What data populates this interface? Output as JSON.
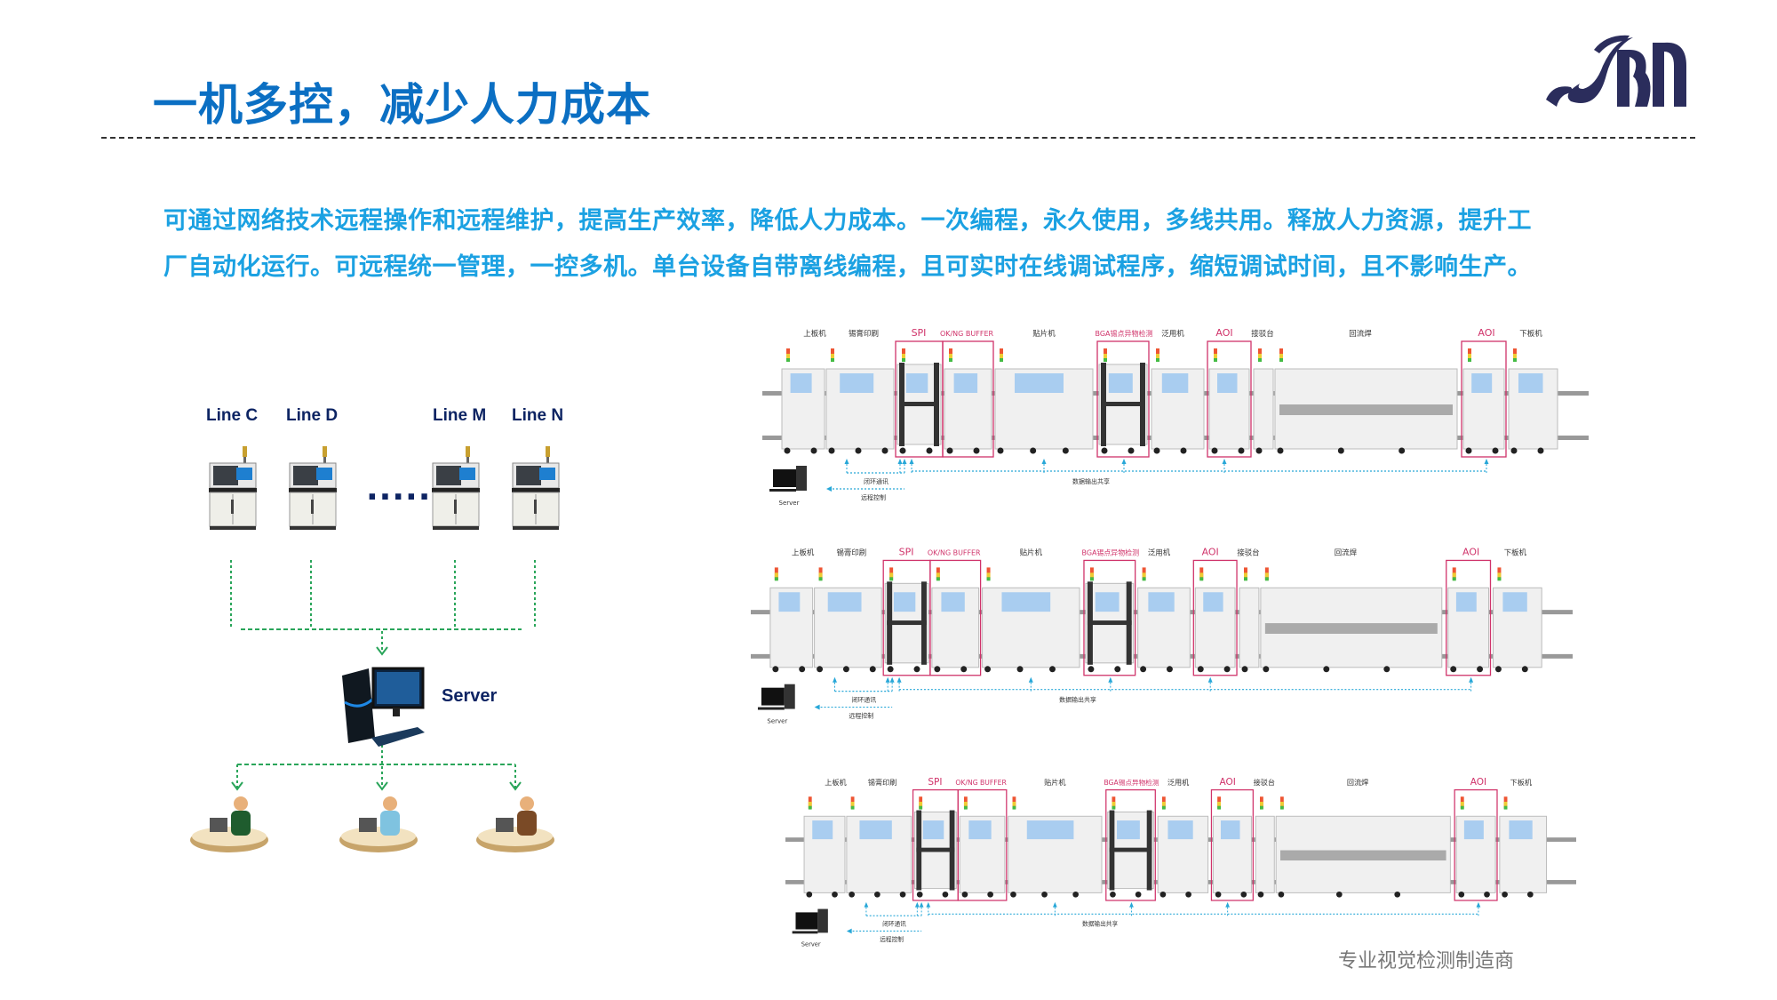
{
  "header": {
    "title": "一机多控，减少人力成本",
    "logo_text": "JBM"
  },
  "description": {
    "line1": "可通过网络技术远程操作和远程维护，提高生产效率，降低人力成本。一次编程，永久使用，多线共用。释放人力资源，提升工",
    "line2": "厂自动化运行。可远程统一管理，一控多机。单台设备自带离线编程，且可实时在线调试程序，缩短调试时间，且不影响生产。"
  },
  "left_diagram": {
    "lines": [
      "Line C",
      "Line D",
      "Line M",
      "Line N"
    ],
    "ellipsis": ".....",
    "server_label": "Server"
  },
  "smt_line": {
    "stations": [
      {
        "label": "上板机",
        "highlight": false
      },
      {
        "label": "锡膏印刷",
        "highlight": false
      },
      {
        "label": "SPI",
        "highlight": true
      },
      {
        "label": "OK/NG BUFFER",
        "highlight": true
      },
      {
        "label": "贴片机",
        "highlight": false
      },
      {
        "label": "BGA锡点异物检测",
        "highlight": true
      },
      {
        "label": "泛用机",
        "highlight": false
      },
      {
        "label": "AOI",
        "highlight": true
      },
      {
        "label": "接驳台",
        "highlight": false
      },
      {
        "label": "回流焊",
        "highlight": false
      },
      {
        "label": "AOI",
        "highlight": true
      },
      {
        "label": "下板机",
        "highlight": false
      }
    ],
    "closed_loop_label": "闭环通讯",
    "data_share_label": "数据输出共享",
    "remote_control_label": "远程控制",
    "server_label": "Server"
  },
  "footer": {
    "tagline": "专业视觉检测制造商"
  },
  "colors": {
    "title": "#0b6fc3",
    "text": "#1ba1e2",
    "highlight": "#d0336a",
    "navy": "#0d2463",
    "link_green": "#2aa55a",
    "link_blue": "#27a7d8"
  }
}
